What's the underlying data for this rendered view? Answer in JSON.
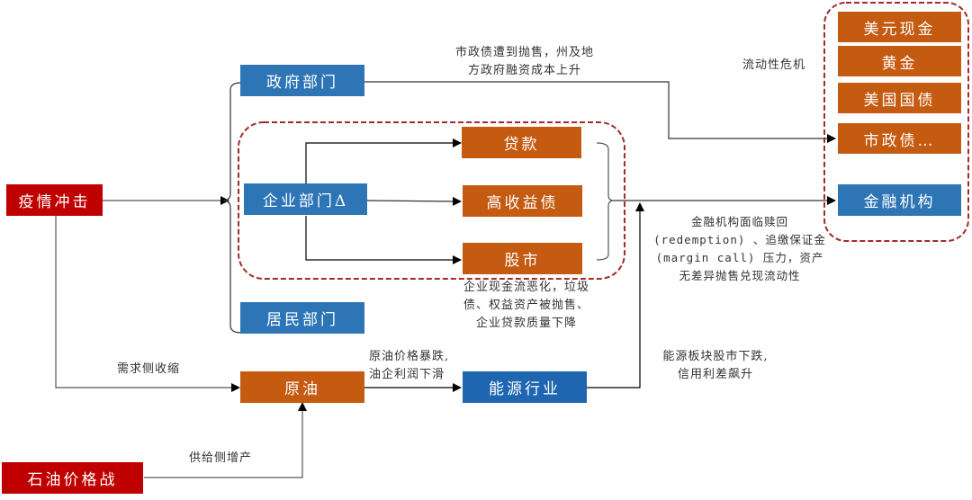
{
  "diagram": {
    "nodes": {
      "epidemic_shock": "疫情冲击",
      "oil_price_war": "石油价格战",
      "government": "政府部门",
      "corporate": "企业部门Δ",
      "household": "居民部门",
      "loans": "贷款",
      "high_yield": "高收益债",
      "stock_market": "股市",
      "crude_oil": "原油",
      "energy_industry": "能源行业",
      "usd_cash": "美元现金",
      "gold": "黄金",
      "us_treasuries": "美国国债",
      "municipal_bonds": "市政债…",
      "financial_institutions": "金融机构"
    },
    "notes": {
      "municipal_selloff": "市政债遭到抛售，州及地\n方政府融资成本上升",
      "liquidity_crisis": "流动性危机",
      "corporate_stress": "企业现金流恶化，垃圾\n债、权益资产被抛售、\n企业贷款质量下降",
      "fin_inst_pressure": "金融机构面临赎回\n(redemption) 、追缴保证金\n(margin call) 压力，资产\n无差异抛售兑现流动性",
      "demand_contraction": "需求侧收缩",
      "oil_crash": "原油价格暴跌,\n油企利润下滑",
      "energy_stock_drop": "能源板块股市下跌,\n信用利差飙升",
      "supply_increase": "供给侧增产"
    },
    "colors": {
      "shock_red": "#c00000",
      "sector_blue": "#2e75b6",
      "asset_orange": "#c55a11",
      "dashed_group": "#a52a2a"
    }
  }
}
